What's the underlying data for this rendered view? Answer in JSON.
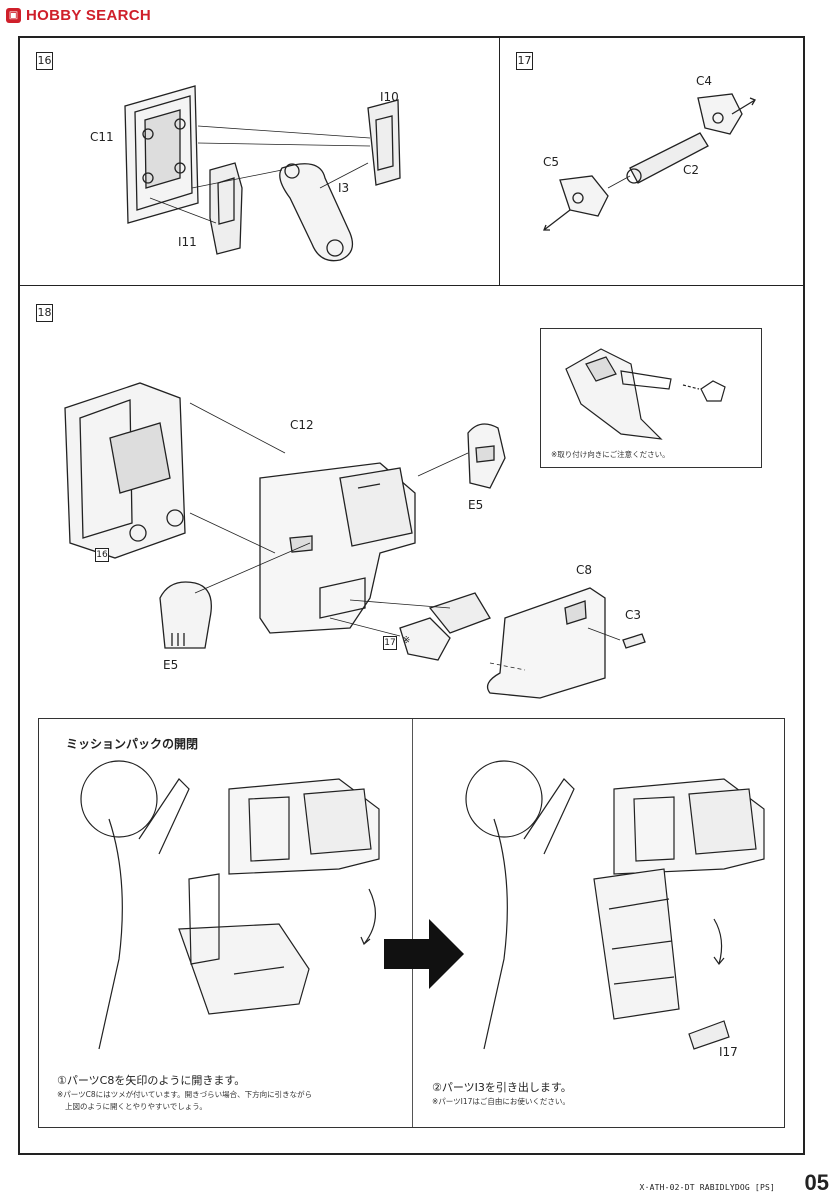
{
  "watermark": {
    "logo_icon": "camera-icon",
    "text": "HOBBY SEARCH",
    "color": "#cf1f2a"
  },
  "steps": {
    "s16": {
      "number": "16",
      "parts": [
        "C11",
        "I10",
        "I3",
        "I11"
      ]
    },
    "s17": {
      "number": "17",
      "parts": [
        "C4",
        "C5",
        "C2"
      ]
    },
    "s18": {
      "number": "18",
      "parts": {
        "c12": "C12",
        "e5_right": "E5",
        "e5_left": "E5",
        "c8": "C8",
        "c3": "C3"
      },
      "ref16": "16",
      "ref17": "17",
      "ref17_mark": "※",
      "inset_note": "※取り付け向きにご注意ください。"
    }
  },
  "mission_pack": {
    "title": "ミッションパックの開閉",
    "left": {
      "caption": "①パーツC8を矢印のように開きます。",
      "sub_line1": "※パーツC8にはツメが付いています。開きづらい場合、下方向に引きながら",
      "sub_line2": "上図のように開くとやりやすいでしょう。"
    },
    "right": {
      "caption": "②パーツI3を引き出します。",
      "sub": "※パーツI17はご自由にお使いください。",
      "part_label": "I17"
    }
  },
  "footer": {
    "title": "X·ATH-02-DT RABIDLYDOG [PS]",
    "page": "05"
  }
}
